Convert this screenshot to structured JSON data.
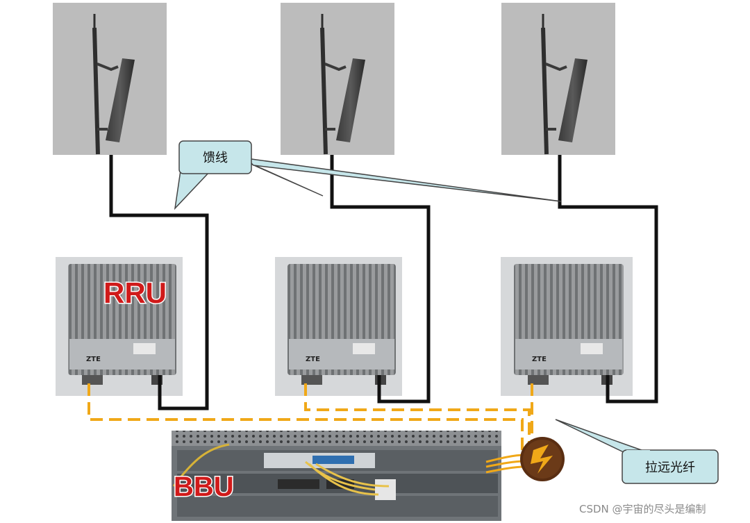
{
  "feeder_callout": {
    "text": "馈线"
  },
  "fiber_callout": {
    "text": "拉远光纤"
  },
  "rru_label": "RRU",
  "bbu_label": "BBU",
  "brand_text": "ZTE",
  "watermark": "CSDN @宇宙的尽头是编制",
  "colors": {
    "feeder": "#111111",
    "fiber": "#f0a818",
    "callout_fill": "#c6e6ea",
    "label_fill": "#d01a1a",
    "label_stroke": "#ffffff"
  },
  "icons": {
    "connector": "fiber-connector-icon"
  }
}
